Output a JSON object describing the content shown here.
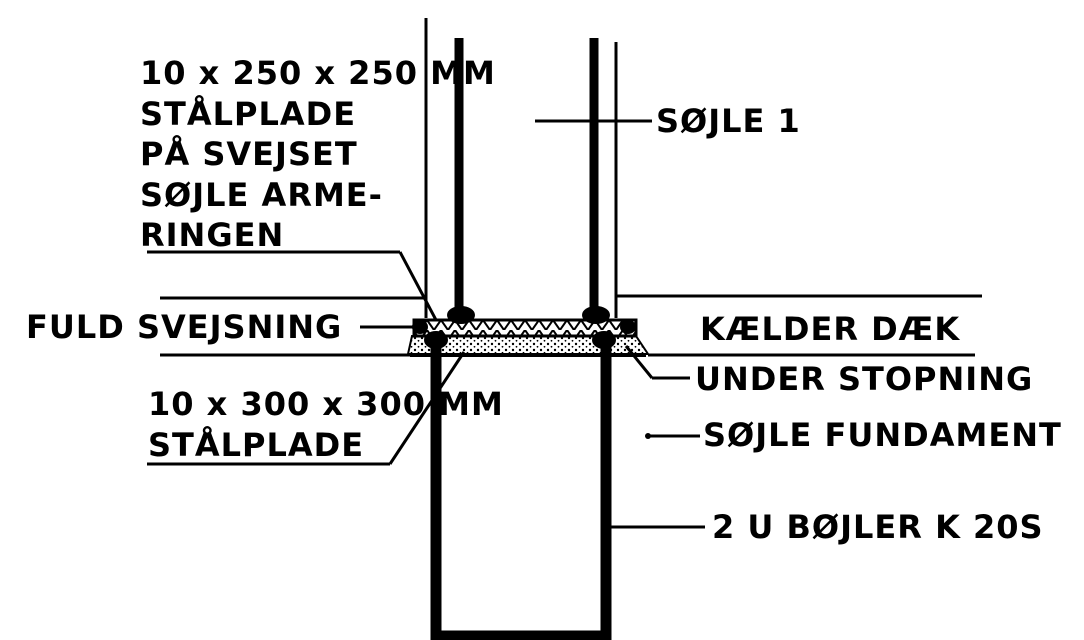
{
  "diagram": {
    "ink_color": "#000000",
    "background_color": "#ffffff",
    "labels": {
      "top_plate": [
        "10 x 250 x 250 MM",
        "STÅLPLADE",
        "PÅ SVEJSET",
        "SØJLE ARME-",
        "RINGEN"
      ],
      "column": "SØJLE 1",
      "full_weld": "FULD SVEJSNING",
      "basement_slab": "KÆLDER DÆK",
      "under_fill": "UNDER STOPNING",
      "bottom_plate": [
        "10 x 300 x 300 MM",
        "STÅLPLADE"
      ],
      "foundation": "SØJLE FUNDAMENT",
      "stirrups": "2 U BØJLER K 20S"
    }
  }
}
